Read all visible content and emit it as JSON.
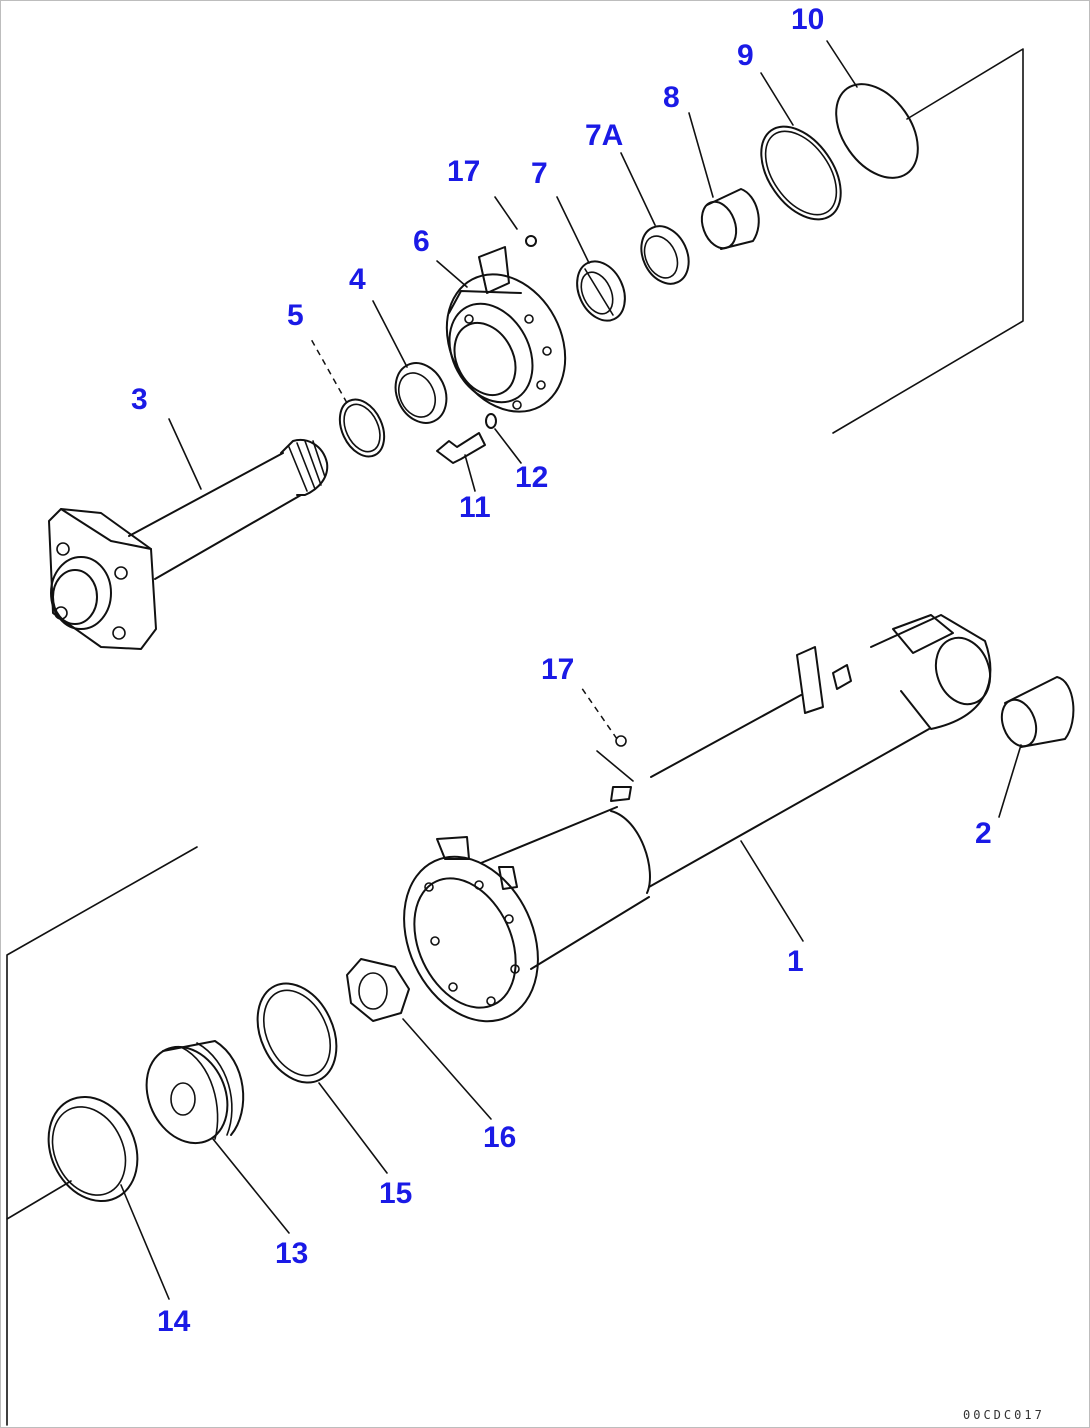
{
  "callouts": {
    "p1": "1",
    "p2": "2",
    "p3": "3",
    "p4": "4",
    "p5": "5",
    "p6": "6",
    "p7": "7",
    "p7a": "7A",
    "p8": "8",
    "p9": "9",
    "p10": "10",
    "p11": "11",
    "p12": "12",
    "p13": "13",
    "p14": "14",
    "p15": "15",
    "p16": "16",
    "p17_upper": "17",
    "p17_lower": "17"
  },
  "drawing_code": "00CDC017",
  "colors": {
    "callout": "#1a1ae6",
    "line": "#111111"
  }
}
